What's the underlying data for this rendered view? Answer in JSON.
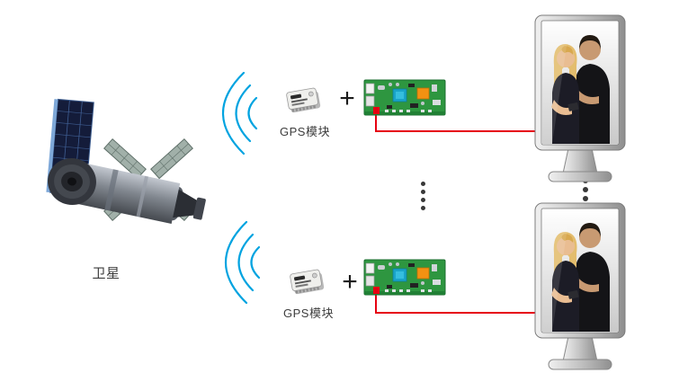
{
  "labels": {
    "satellite": "卫星",
    "gps_module_top": "GPS模块",
    "gps_module_bottom": "GPS模块",
    "plus_top": "+",
    "plus_bottom": "+"
  },
  "colors": {
    "signal_wave": "#00a3e0",
    "cable": "#e60012",
    "pcb_board": "#2e9640",
    "repeat_dots": "#383838"
  }
}
